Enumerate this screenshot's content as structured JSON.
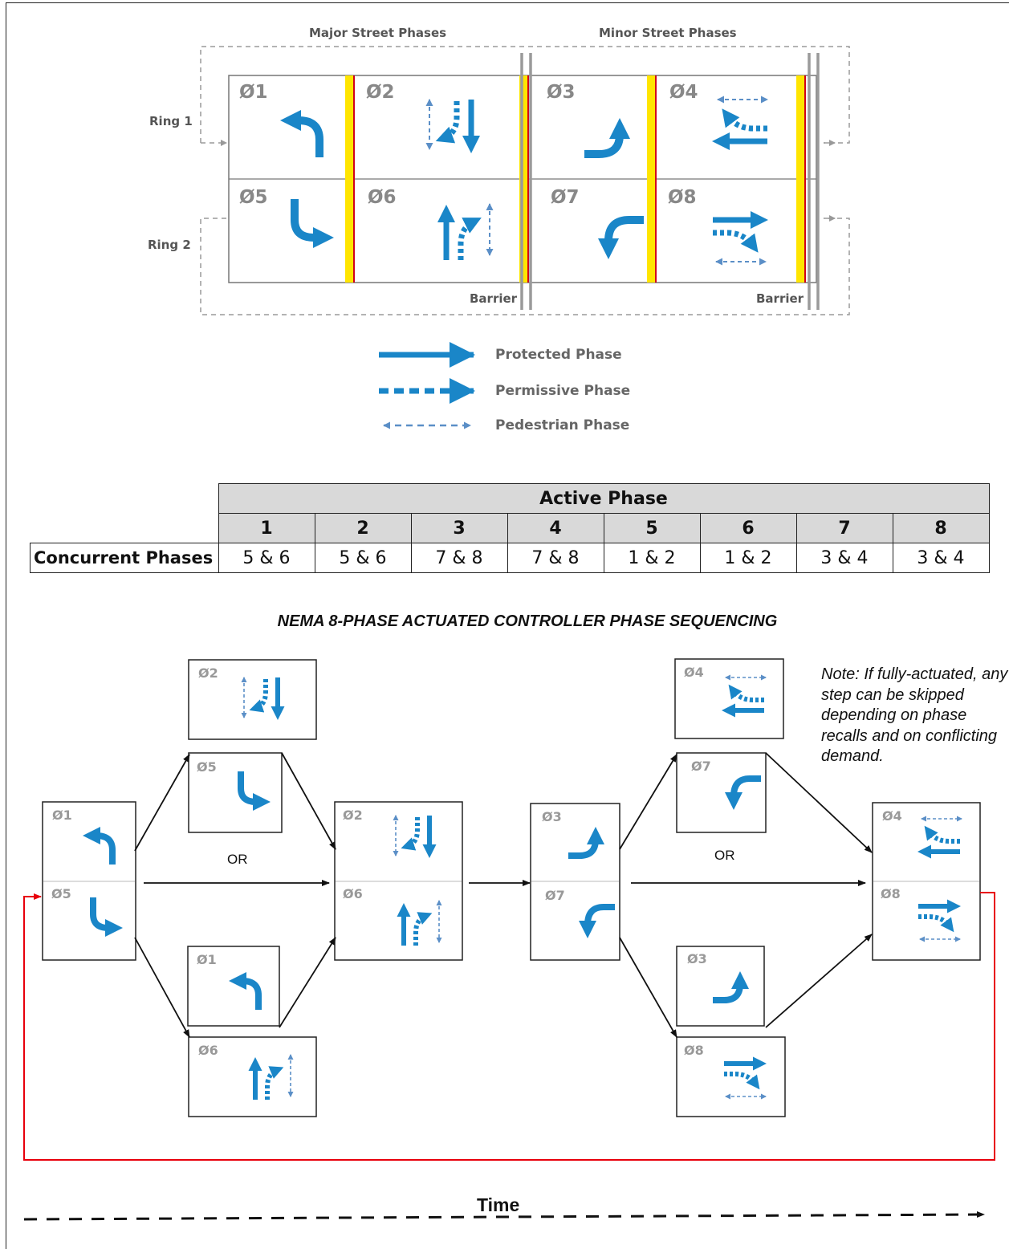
{
  "ring_diagram": {
    "major_label": "Major Street Phases",
    "minor_label": "Minor Street Phases",
    "ring1_label": "Ring 1",
    "ring2_label": "Ring 2",
    "barrier_label": "Barrier",
    "phase_labels": [
      "Ø1",
      "Ø2",
      "Ø3",
      "Ø4",
      "Ø5",
      "Ø6",
      "Ø7",
      "Ø8"
    ]
  },
  "legend": {
    "protected": "Protected Phase",
    "permissive": "Permissive Phase",
    "pedestrian": "Pedestrian Phase"
  },
  "table": {
    "header": "Active Phase",
    "row_label": "Concurrent Phases",
    "columns": [
      "1",
      "2",
      "3",
      "4",
      "5",
      "6",
      "7",
      "8"
    ],
    "values": [
      "5 & 6",
      "5 & 6",
      "7 & 8",
      "7 & 8",
      "1 & 2",
      "1 & 2",
      "3 & 4",
      "3 & 4"
    ]
  },
  "sequence": {
    "title": "NEMA 8-PHASE ACTUATED CONTROLLER PHASE SEQUENCING",
    "note": "Note: If fully-actuated, any step can be skipped depending on phase recalls and on conflicting demand.",
    "or_label": "OR",
    "time_label": "Time",
    "phase_labels": [
      "Ø1",
      "Ø2",
      "Ø3",
      "Ø4",
      "Ø5",
      "Ø6",
      "Ø7",
      "Ø8"
    ]
  },
  "colors": {
    "arrow_blue": "#1a86c8",
    "ped_blue": "#5b8fc7",
    "barrier_yellow": "#ffe500",
    "barrier_red": "#d0021b",
    "return_red": "#e8000b"
  }
}
